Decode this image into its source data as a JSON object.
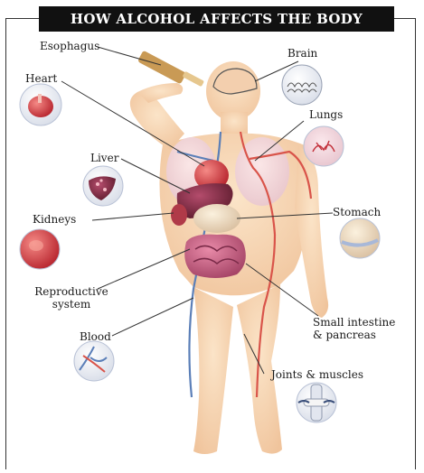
{
  "title": "HOW ALCOHOL AFFECTS THE BODY",
  "labels": {
    "esophagus": "Esophagus",
    "brain": "Brain",
    "heart": "Heart",
    "lungs": "Lungs",
    "liver": "Liver",
    "stomach": "Stomach",
    "kidneys": "Kidneys",
    "reproductive_line1": "Reproductive",
    "reproductive_line2": "system",
    "small_intestine_line1": "Small intestine",
    "small_intestine_line2": "& pancreas",
    "blood": "Blood",
    "joints": "Joints & muscles"
  },
  "colors": {
    "body": "#f7d7b5",
    "organ_red": "#d9424a",
    "organ_liver": "#7a2a40",
    "vessel_blue": "#5b7fb8",
    "vessel_red": "#d9544a",
    "title_bg": "#111111"
  }
}
